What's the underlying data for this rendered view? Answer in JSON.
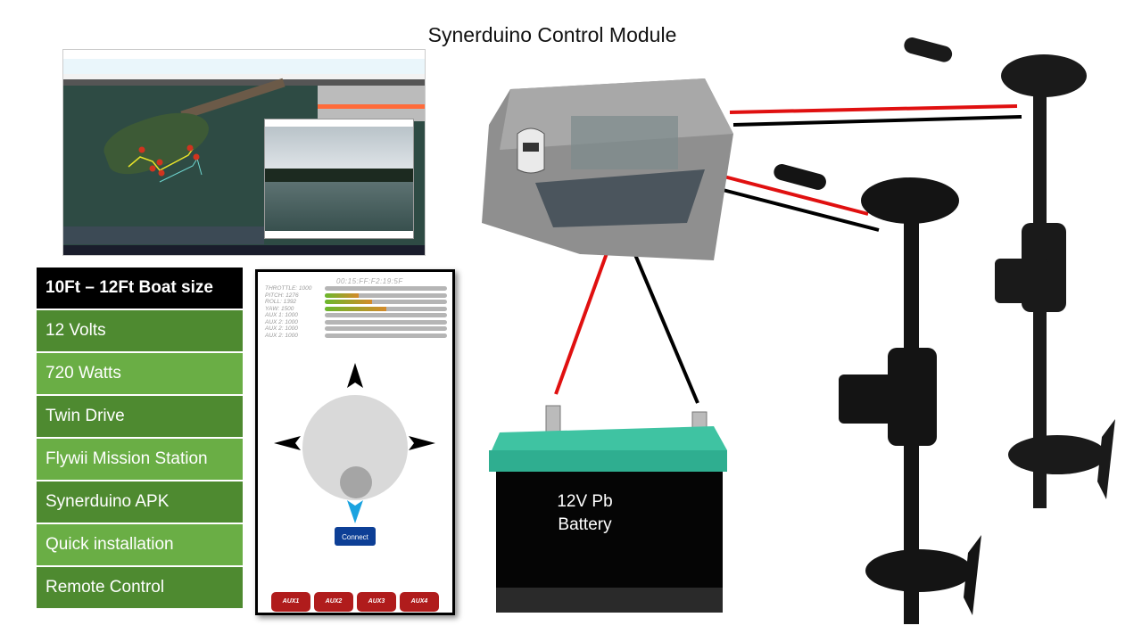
{
  "title": "Synerduino Control Module",
  "specs": [
    "10Ft – 12Ft  Boat size",
    "12 Volts",
    "720 Watts",
    "Twin Drive",
    "Flywii Mission Station",
    "Synerduino APK",
    "Quick installation",
    "Remote Control"
  ],
  "phone": {
    "device_id": "00:15:FF:F2:19:5F",
    "channels": [
      {
        "label": "THROTTLE: 1000",
        "fill": 0
      },
      {
        "label": "PITCH: 1276",
        "fill": 0.28
      },
      {
        "label": "ROLL: 1392",
        "fill": 0.39
      },
      {
        "label": "YAW: 1500",
        "fill": 0.5
      },
      {
        "label": "AUX 1: 1000",
        "fill": 0
      },
      {
        "label": "AUX 2: 1000",
        "fill": 0
      },
      {
        "label": "AUX 2: 1000",
        "fill": 0
      },
      {
        "label": "AUX 2: 1000",
        "fill": 0
      }
    ],
    "connect_label": "Connect",
    "aux_buttons": [
      "AUX1",
      "AUX2",
      "AUX3",
      "AUX4"
    ]
  },
  "battery": {
    "line1": "12V Pb",
    "line2": "Battery"
  },
  "colors": {
    "dark_green": "#4e8a30",
    "light_green": "#6aae45",
    "aux_red": "#b01c1c",
    "connect_blue": "#0d3f96",
    "battery_top": "#2fb89a"
  }
}
